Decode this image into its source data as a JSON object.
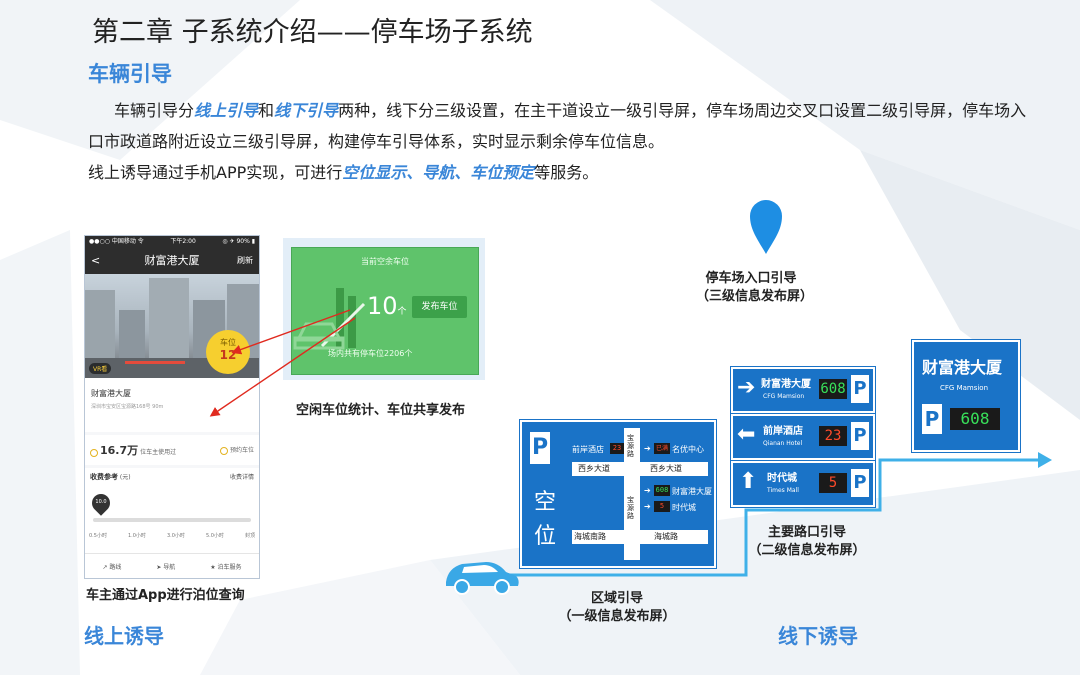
{
  "title": "第二章 子系统介绍——停车场子系统",
  "subtitle": "车辆引导",
  "paragraph": {
    "p1_a": "车辆引导分",
    "p1_hl1": "线上引导",
    "p1_b": "和",
    "p1_hl2": "线下引导",
    "p1_c": "两种，线下分三级设置，在主干道设立一级引导屏，停车场周边交叉口设置二级引导屏，停车场入口市政道路附近设立三级引导屏，构建停车引导体系，实时显示剩余停车位信息。",
    "p2_a": "线上诱导通过手机APP实现，可进行",
    "p2_hl": "空位显示、导航、车位预定",
    "p2_b": "等服务。"
  },
  "phone": {
    "status_left": "●●○○ 中国移动 令",
    "status_mid": "下午2:00",
    "status_right": "◎ ✈ 90% ▮",
    "back": "<",
    "title": "财富港大厦",
    "refresh": "刷新",
    "vr_badge": "VR看",
    "ball_label": "车位",
    "ball_count": "12",
    "place_name": "财富港大厦",
    "address": "深圳市宝安区宝源路168号 90m",
    "stat_value": "16.7万",
    "stat_label": "位车主使用过",
    "reserve": "预约车位",
    "fee_title": "收费参考",
    "fee_unit": "(元)",
    "fee_detail": "收费详情",
    "pin_value": "10.0",
    "ticks": [
      "0.5小时",
      "1.0小时",
      "3.0小时",
      "5.0小时",
      "封顶"
    ],
    "tabs": [
      "↗ 路线",
      "➤ 导航",
      "★ 泊车服务"
    ]
  },
  "phone_caption": "车主通过App进行泊位查询",
  "green_screen": {
    "top_text": "当前空余车位",
    "count": "10",
    "count_unit": "个",
    "button": "发布车位",
    "bottom_text": "场内共有停车位2206个"
  },
  "green_caption": "空闲车位统计、车位共享发布",
  "region_sign": {
    "p": "P",
    "kong": "空",
    "wei": "位",
    "left_top_name": "前岸酒店",
    "left_top_led": "23",
    "road_v1": "宝源路",
    "right_top_led": "已满",
    "right_top_name": "名优中心",
    "road_h1_left": "西乡大道",
    "road_h1_right": "西乡大道",
    "road_v2": "宝源路",
    "right_mid_led": "608",
    "right_mid_name": "财富港大厦",
    "right_low_led": "5",
    "right_low_name": "时代城",
    "road_h2_left": "海城南路",
    "road_h2_right": "海城路"
  },
  "sub_signs": [
    {
      "arrow": "➔",
      "cn": "财富港大厦",
      "en": "CFG Mamsion",
      "led": "608",
      "p": "P"
    },
    {
      "arrow": "⬅",
      "cn": "前岸酒店",
      "en": "Qianan Hotel",
      "led": "23",
      "p": "P"
    },
    {
      "arrow": "⬆",
      "cn": "时代城",
      "en": "Times Mall",
      "led": "5",
      "p": "P"
    }
  ],
  "entrance_sign": {
    "cn": "财富港大厦",
    "en": "CFG Mamsion",
    "p": "P",
    "led": "608"
  },
  "labels": {
    "entrance_l1": "停车场入口引导",
    "entrance_l2": "（三级信息发布屏）",
    "junction_l1": "主要路口引导",
    "junction_l2": "（二级信息发布屏）",
    "region_l1": "区域引导",
    "region_l2": "（一级信息发布屏）"
  },
  "bottom_left": "线上诱导",
  "bottom_right": "线下诱导",
  "colors": {
    "accent": "#3a86d8",
    "sign_blue": "#1a73c7",
    "led_green": "#38e05a",
    "led_red": "#ff4a2a",
    "screen_green": "#5fc36b"
  }
}
